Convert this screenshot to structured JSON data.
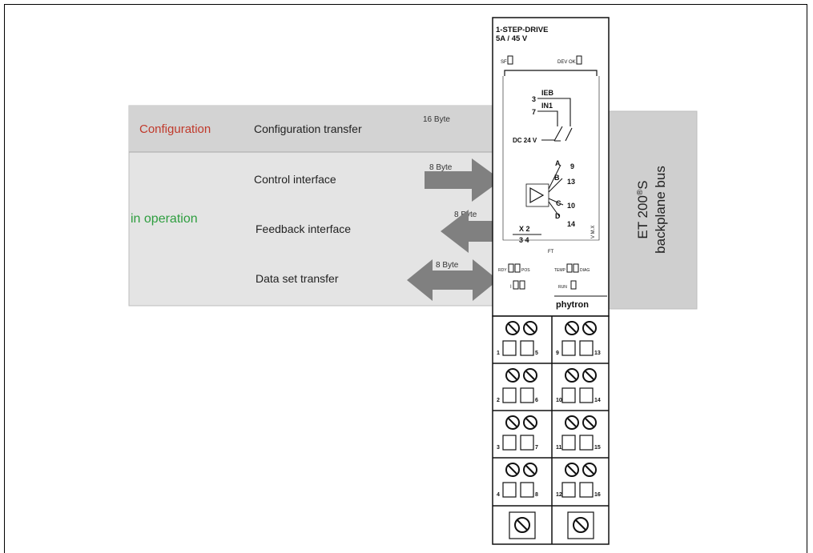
{
  "rows": {
    "configuration": {
      "category": "Configuration",
      "label": "Configuration transfer",
      "bytes": "16 Byte"
    },
    "operation": {
      "category": "in operation",
      "control": {
        "label": "Control interface",
        "bytes": "8 Byte"
      },
      "feedback": {
        "label": "Feedback interface",
        "bytes": "8 Byte"
      },
      "dataset": {
        "label": "Data set transfer",
        "bytes": "8 Byte"
      }
    }
  },
  "module": {
    "title_line1": "1-STEP-DRIVE",
    "title_line2": "5A / 45 V",
    "led_sf": "SF",
    "led_dev_ok": "DEV OK",
    "coil_label": "IEB",
    "in_label": "IN1",
    "term_3": "3",
    "term_7": "7",
    "supply": "DC 24 V",
    "phase_a": "A",
    "phase_b": "B",
    "phase_c": "C",
    "phase_d": "D",
    "phase_a_pin": "9",
    "phase_b_pin": "13",
    "phase_c_pin": "10",
    "phase_d_pin": "14",
    "xy_top": "X 2",
    "xy_bottom": "3 4",
    "vmot": "V M.X",
    "ft": "FT",
    "led_rdy": "RDY",
    "led_pos": "POS",
    "led_temp": "TEMP",
    "led_diag": "DIAG",
    "led_i": "I",
    "led_run": "RUN",
    "brand": "phytron",
    "terminals_left": [
      [
        "1",
        "5"
      ],
      [
        "2",
        "6"
      ],
      [
        "3",
        "7"
      ],
      [
        "4",
        "8"
      ]
    ],
    "terminals_right": [
      [
        "9",
        "13"
      ],
      [
        "10",
        "14"
      ],
      [
        "11",
        "15"
      ],
      [
        "12",
        "16"
      ]
    ]
  },
  "bus": {
    "line1": "ET 200",
    "sup": "®",
    "line1_end": "S",
    "line2": "backplane bus"
  },
  "colors": {
    "configuration_text": "#c0392b",
    "operation_text": "#2e9e3f",
    "arrow": "#808080",
    "panel_top": "#d6d6d6",
    "panel_body": "#e2e2e2",
    "bus_panel": "#cfcfcf"
  }
}
